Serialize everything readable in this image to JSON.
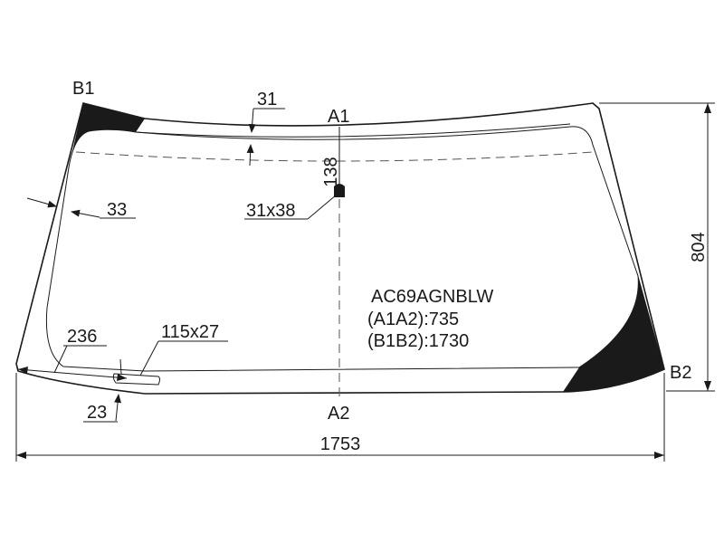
{
  "drawing": {
    "labels": {
      "b1": "B1",
      "b2": "B2",
      "a1": "A1",
      "a2": "A2",
      "dim_top_band": "31",
      "dim_a1_mirror": "138",
      "mirror_mount": "31x38",
      "dim_side_band": "33",
      "dim_height": "804",
      "dim_width": "1753",
      "dim_corner": "236",
      "vin_window": "115x27",
      "dim_bottom_band": "23"
    },
    "part": {
      "code": "AC69AGNBLW",
      "a1a2": "(A1A2):735",
      "b1b2": "(B1B2):1730"
    }
  }
}
